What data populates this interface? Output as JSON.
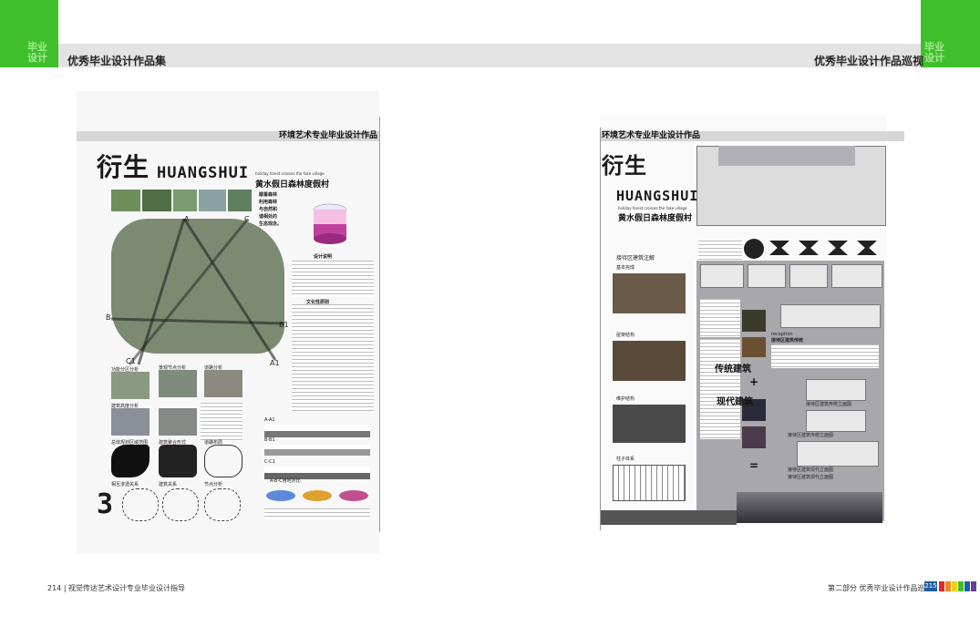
{
  "header": {
    "left_title": "优秀毕业设计作品集",
    "right_title": "优秀毕业设计作品巡视",
    "left_tab_text": "毕业\n设计",
    "right_tab_text": "毕业\n设计"
  },
  "left_board": {
    "category": "环境艺术专业毕业设计作品",
    "brand_cn": "衍生",
    "brand_en": "HUANGSHUI",
    "subtitle_en": "holiday forest crosses the fake village",
    "subtitle_cn": "黄水假日森林度假村",
    "side_caption": "顺着森林\n利用森林\n与自然和\n谐相处的\n生态观念。",
    "design_notes_title": "设计说明",
    "culture_title": "文化性原则",
    "section_labels": {
      "a": "A",
      "c": "C",
      "b": "B",
      "b1": "B1",
      "c1": "C1",
      "a1": "A1"
    },
    "analysis_labels": [
      "功能分区分析",
      "景观节点分析",
      "道路分析",
      "建筑高度分析",
      "总体规划区域范围",
      "建筑聚合形式",
      "道路布局",
      "相互渗透关系",
      "建筑关系",
      "节点分析"
    ],
    "section_rows": [
      "A-A1",
      "B-B1",
      "C-C1"
    ],
    "chart_title": "A-B-C用地对比",
    "big_number": "3"
  },
  "right_board": {
    "category": "环境艺术专业毕业设计作品",
    "brand_cn": "衍生",
    "brand_en": "HUANGSHUI",
    "subtitle_en": "holiday forest crosses the fake village",
    "subtitle_cn": "黄水假日森林度假村",
    "annotation_title": "接待区建筑注解",
    "left_labels": [
      "基本完成",
      "屋架结构",
      "维护结构",
      "柱子体系"
    ],
    "center_words": [
      "传统建筑",
      "+",
      "现代建筑",
      "="
    ],
    "elev_labels": [
      "接待区建筑传统立面图",
      "接待区建筑传统立面图",
      "接待区建筑现代立面图",
      "接待区建筑现代立面图"
    ],
    "reception_label": "reception",
    "reception_cn": "接待区建筑传统"
  },
  "footer": {
    "left_text": "214 | 视觉传达艺术设计专业毕业设计指导",
    "right_text": "第二部分  优秀毕业设计作品巡视",
    "page_number": "215"
  },
  "colors": {
    "accent_green": "#3fbf2a",
    "page_blue": "#1f5fa8",
    "stripe_colors": [
      "#e7262a",
      "#f08a1c",
      "#f2d019",
      "#3fbf2a",
      "#1f5fa8",
      "#6a3d9a"
    ]
  }
}
